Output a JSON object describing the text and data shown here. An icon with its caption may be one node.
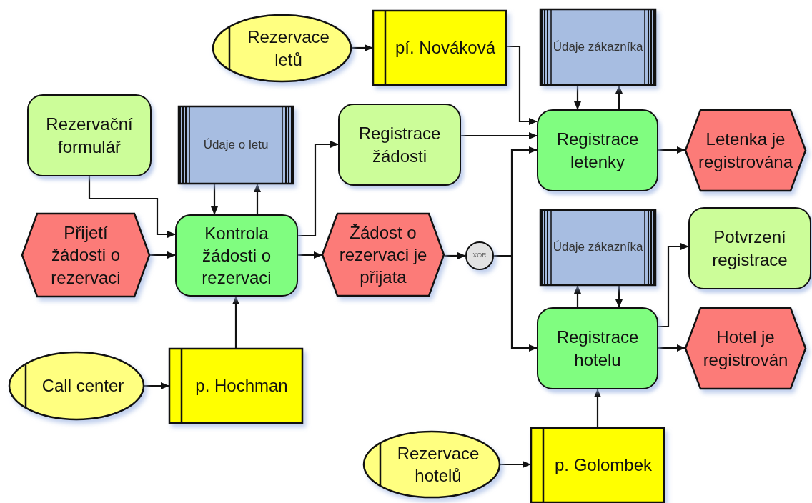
{
  "diagram": {
    "nodes": [
      {
        "text": [
          "Rezervace letů"
        ]
      },
      {
        "text": [
          "pí. Nováková"
        ]
      },
      {
        "text": [
          "Údaje zákazníka"
        ]
      },
      {
        "text": [
          "Rezervační formulář"
        ]
      },
      {
        "text": [
          "Údaje o letu"
        ]
      },
      {
        "text": [
          "Registrace žádosti"
        ]
      },
      {
        "text": [
          "Registrace letenky"
        ]
      },
      {
        "text": [
          "Letenka je registrována"
        ]
      },
      {
        "text": [
          "Přijetí žádosti o rezervaci"
        ]
      },
      {
        "text": [
          "Kontrola žádosti o rezervaci"
        ]
      },
      {
        "text": [
          "Žádost o rezervaci je přijata"
        ]
      },
      {
        "text": [
          "XOR"
        ]
      },
      {
        "text": [
          "Údaje zákazníka"
        ]
      },
      {
        "text": [
          "Potvrzení registrace"
        ]
      },
      {
        "text": [
          "Registrace hotelu"
        ]
      },
      {
        "text": [
          "Hotel je registrován"
        ]
      },
      {
        "text": [
          "Call center"
        ]
      },
      {
        "text": [
          "p. Hochman"
        ]
      },
      {
        "text": [
          "Rezervace hotelů"
        ]
      },
      {
        "text": [
          "p. Golombek"
        ]
      }
    ],
    "edges": [
      {
        "from": 0,
        "to": 1,
        "arrow": "to"
      },
      {
        "from": 1,
        "to": 6,
        "arrow": "to"
      },
      {
        "from": 2,
        "to": 6,
        "arrow": "to"
      },
      {
        "from": 6,
        "to": 2,
        "arrow": "to"
      },
      {
        "from": 3,
        "to": 9,
        "arrow": "to"
      },
      {
        "from": 4,
        "to": 9,
        "arrow": "to"
      },
      {
        "from": 9,
        "to": 4,
        "arrow": "to"
      },
      {
        "from": 9,
        "to": 5,
        "arrow": "to"
      },
      {
        "from": 5,
        "to": 6,
        "arrow": "to"
      },
      {
        "from": 6,
        "to": 7,
        "arrow": "to"
      },
      {
        "from": 8,
        "to": 9,
        "arrow": "to"
      },
      {
        "from": 9,
        "to": 10,
        "arrow": "to"
      },
      {
        "from": 10,
        "to": 11,
        "arrow": "to"
      },
      {
        "from": 11,
        "to": 6,
        "arrow": "to"
      },
      {
        "from": 11,
        "to": 14,
        "arrow": "to"
      },
      {
        "from": 14,
        "to": 12,
        "arrow": "to"
      },
      {
        "from": 12,
        "to": 14,
        "arrow": "to"
      },
      {
        "from": 14,
        "to": 13,
        "arrow": "to"
      },
      {
        "from": 14,
        "to": 15,
        "arrow": "to"
      },
      {
        "from": 16,
        "to": 17,
        "arrow": "to"
      },
      {
        "from": 17,
        "to": 9,
        "arrow": "to"
      },
      {
        "from": 18,
        "to": 19,
        "arrow": "to"
      },
      {
        "from": 19,
        "to": 14,
        "arrow": "to"
      }
    ]
  }
}
